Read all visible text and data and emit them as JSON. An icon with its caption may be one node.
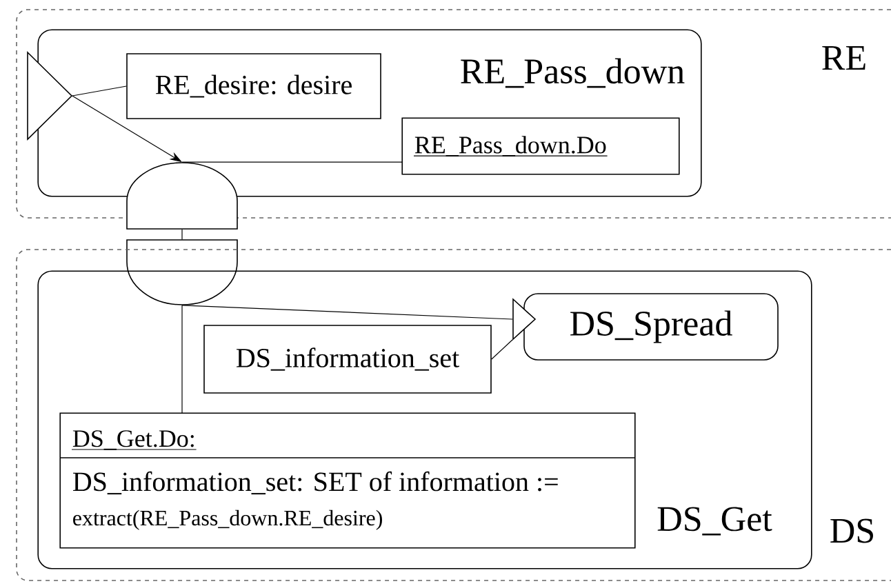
{
  "diagram": {
    "nodes": [
      {
        "text": [
          "RE"
        ]
      },
      {
        "text": [
          "RE_Pass_down"
        ],
        "in": 0
      },
      {
        "text": [],
        "shape": "triangle",
        "in": 0
      },
      {
        "text": [
          "RE_desire: desire"
        ],
        "in": 1
      },
      {
        "text": [
          "RE_Pass_down.Do"
        ],
        "in": 1
      },
      {
        "text": [],
        "shape": "semicircle"
      },
      {
        "text": [],
        "shape": "semicircle"
      },
      {
        "text": [
          "DS"
        ]
      },
      {
        "text": [
          "DS_Get"
        ],
        "in": 7
      },
      {
        "text": [
          "DS_Spread"
        ],
        "in": 8
      },
      {
        "text": [],
        "shape": "triangle",
        "in": 8
      },
      {
        "text": [
          "DS_information_set"
        ],
        "in": 8
      },
      {
        "text": [
          "DS_Get.Do:",
          "DS_information_set: SET of information :=",
          "extract(RE_Pass_down.RE_desire)"
        ],
        "in": 8
      }
    ],
    "edges": [
      {
        "from": 2,
        "to": 3,
        "arrow": "none"
      },
      {
        "from": 2,
        "to": 5,
        "arrow": "to"
      },
      {
        "from": 4,
        "to": 5,
        "arrow": "none"
      },
      {
        "from": 5,
        "to": 6,
        "arrow": "none"
      },
      {
        "from": 6,
        "to": 10,
        "arrow": "none"
      },
      {
        "from": 11,
        "to": 10,
        "arrow": "none"
      },
      {
        "from": 6,
        "to": 12,
        "arrow": "none"
      }
    ]
  }
}
